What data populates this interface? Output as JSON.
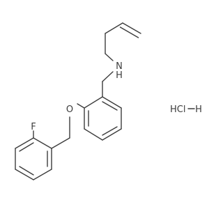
{
  "diagram": {
    "type": "chemical-structure",
    "atom_labels": {
      "nitrogen": "N",
      "hydrogen_on_n": "H",
      "oxygen": "O",
      "fluorine": "F",
      "salt": "HCl",
      "salt_h": "H"
    }
  }
}
